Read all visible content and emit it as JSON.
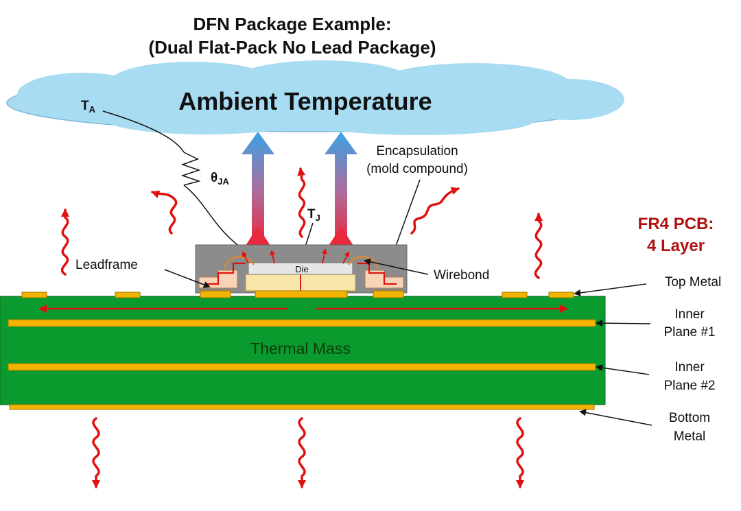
{
  "title_line1": "DFN Package Example:",
  "title_line2": "(Dual Flat-Pack No Lead Package)",
  "ambient_label": "Ambient Temperature",
  "ta_symbol": "T",
  "ta_sub": "A",
  "theta_symbol": "θ",
  "theta_sub": "JA",
  "tj_symbol": "T",
  "tj_sub": "J",
  "encapsulation_line1": "Encapsulation",
  "encapsulation_line2": "(mold compound)",
  "leadframe_label": "Leadframe",
  "wirebond_label": "Wirebond",
  "die_label": "Die",
  "pcb_title_line1": "FR4 PCB:",
  "pcb_title_line2": "4 Layer",
  "top_metal_label": "Top Metal",
  "inner1_line1": "Inner",
  "inner1_line2": "Plane #1",
  "inner2_line1": "Inner",
  "inner2_line2": "Plane #2",
  "bottom_line1": "Bottom",
  "bottom_line2": "Metal",
  "thermal_mass_label": "Thermal Mass",
  "colors": {
    "pcb_green": "#0b9a2e",
    "copper": "#f2b400",
    "heat_red": "#e01010",
    "cloud": "#a8dcf2",
    "mold": "#8c8c8c",
    "pcb_title": "#b01010"
  }
}
